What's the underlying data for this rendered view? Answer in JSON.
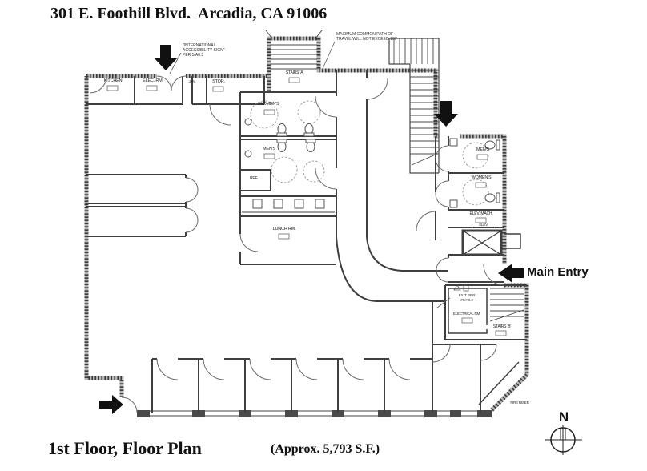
{
  "header": {
    "address": "301 E. Foothill Blvd.  Arcadia, CA 91006"
  },
  "footer": {
    "plan_title": "1st Floor, Floor Plan",
    "area": "(Approx. 5,793 S.F.)"
  },
  "compass": {
    "north": "N"
  },
  "annotations": {
    "accessibility_sign": "\"INTERNATIONAL\nACCESSIBILITY SIGN\"\nPER 5/A0.3",
    "common_path": "MAXIMUM COMMON PATH OF\nTRAVEL WILL NOT EXCEED 100'",
    "exit_note": "EXIT PER\n#5/A0.2",
    "main_entry": "Main Entry"
  },
  "rooms": {
    "kitchen": "KITCHEN",
    "elec_rm": "ELEC. RM.",
    "jan": "JAN.",
    "stor": "STOR.",
    "stairs_a": "STAIRS 'A'",
    "womens_center": "WOMEN'S",
    "mens_center": "MEN'S",
    "ref": "REF.",
    "lunch_rm": "LUNCH RM.",
    "mens_right": "MEN'S",
    "womens_right": "WOMEN'S",
    "elev_mach": "ELEV. MACH.",
    "elev": "ELEV.",
    "electrical_rm": "ELECTRICAL RM.",
    "stairs_b": "STAIRS 'B'",
    "fire_riser": "FIRE RISER"
  }
}
